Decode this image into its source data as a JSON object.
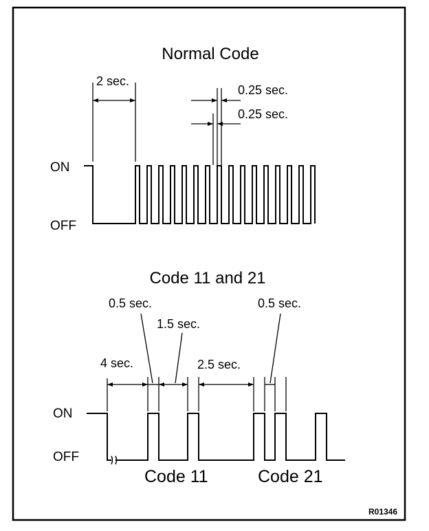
{
  "figure_id": "R01346",
  "normal_code": {
    "title": "Normal Code",
    "on_label": "ON",
    "off_label": "OFF",
    "dim_initial_off": "2 sec.",
    "dim_pulse_on": "0.25 sec.",
    "dim_pulse_off": "0.25 sec."
  },
  "code_11_21": {
    "title": "Code 11 and 21",
    "on_label": "ON",
    "off_label": "OFF",
    "dim_start": "4 sec.",
    "dim_pulse_a": "0.5 sec.",
    "dim_gap_between_digits": "1.5 sec.",
    "dim_gap_between_codes": "2.5 sec.",
    "dim_pulse_b": "0.5 sec.",
    "code_a_label": "Code 11",
    "code_b_label": "Code 21"
  }
}
